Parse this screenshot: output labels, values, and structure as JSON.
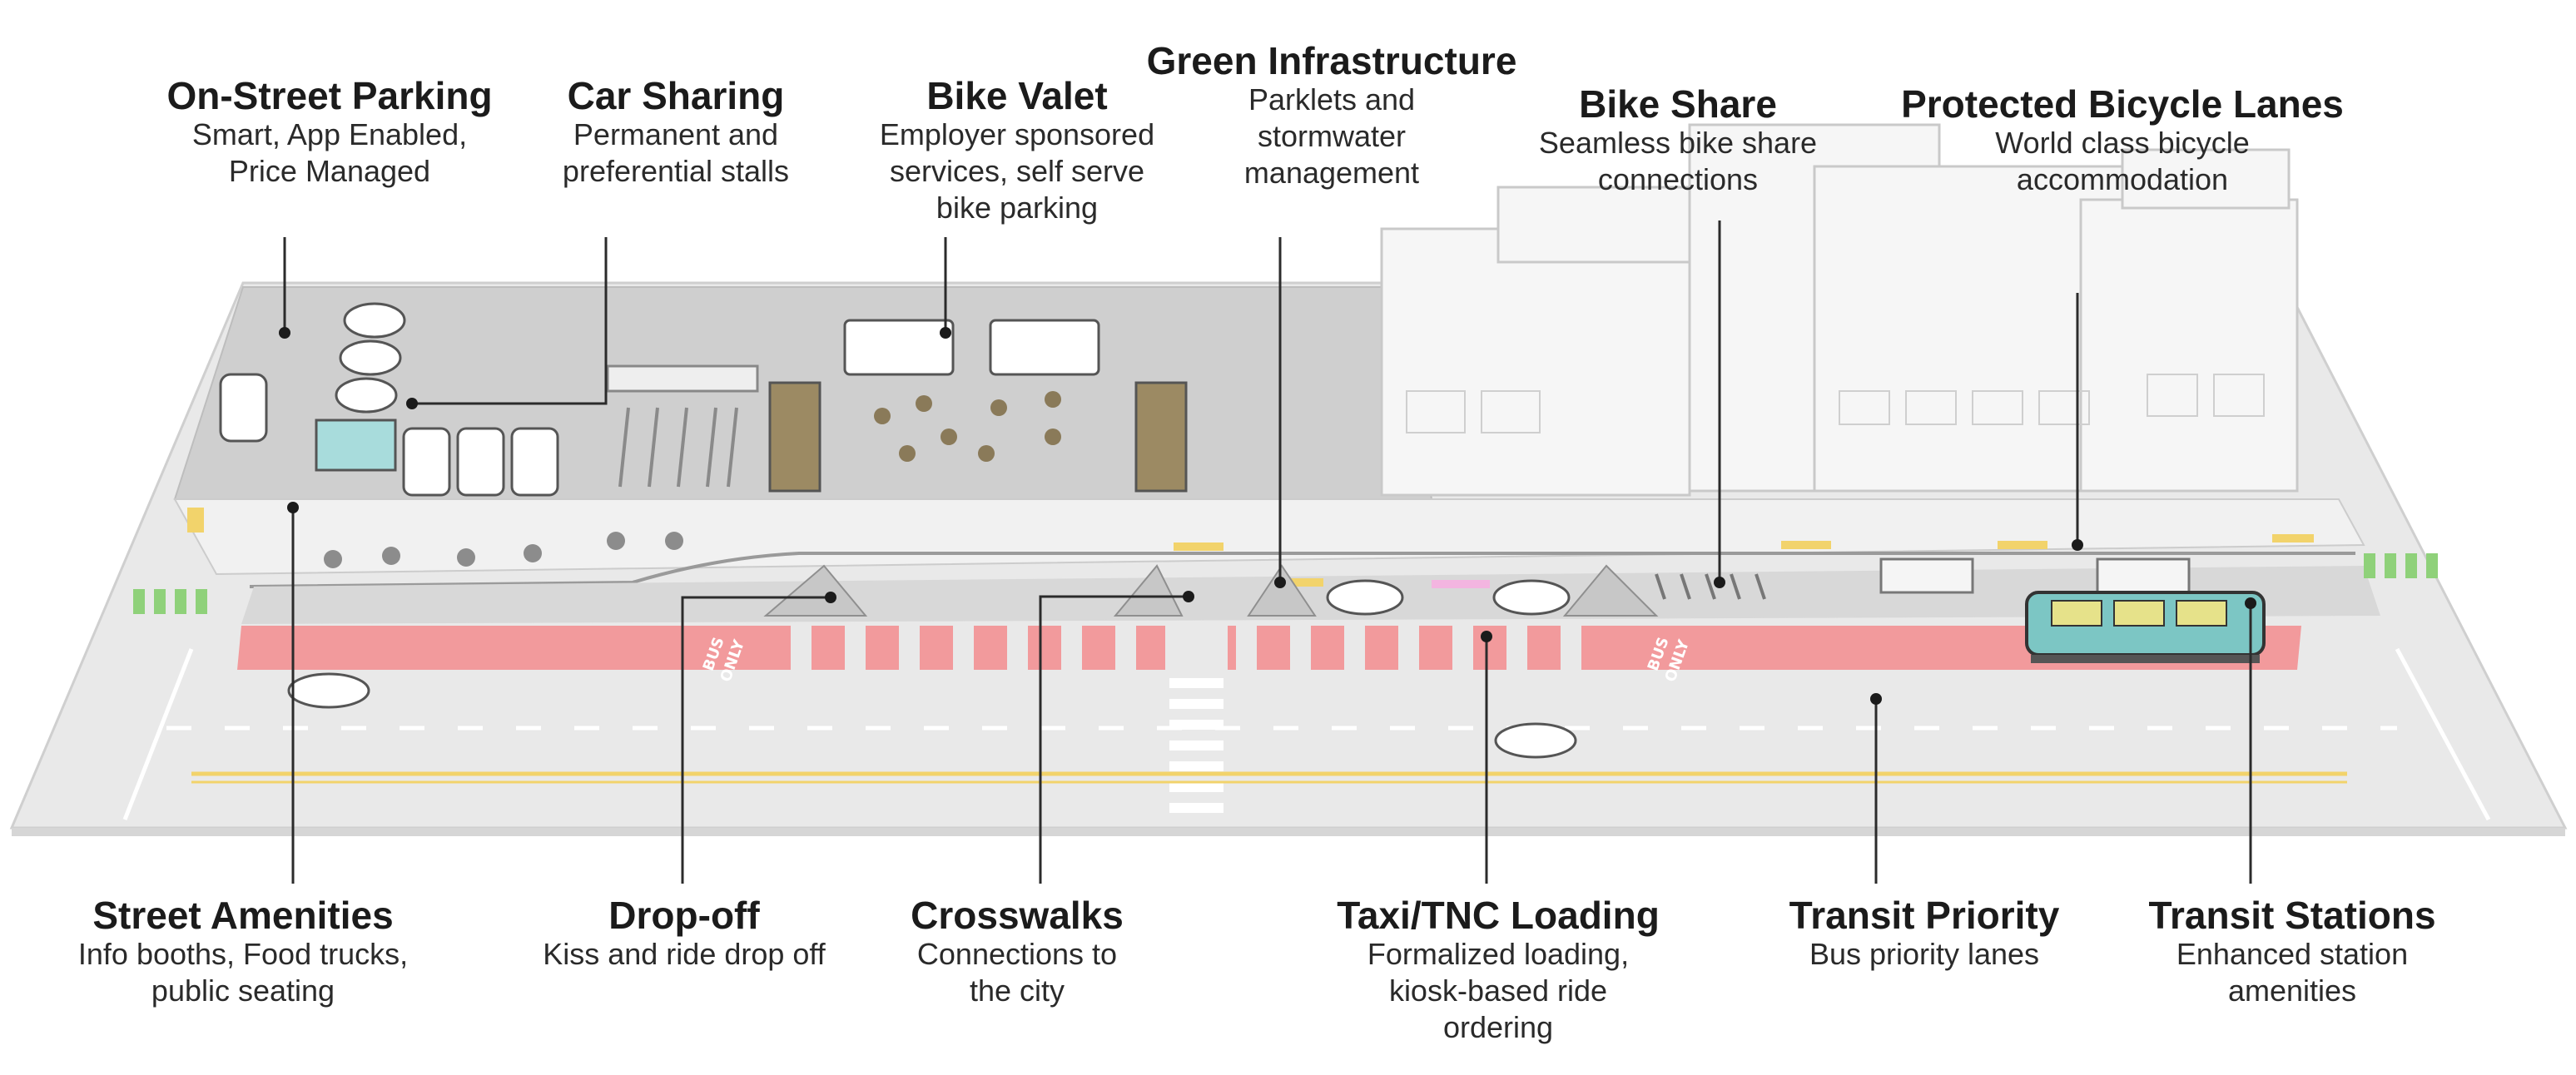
{
  "labels_top": [
    {
      "id": "on-street-parking",
      "title": "On-Street Parking",
      "desc": "Smart, App Enabled,\nPrice Managed"
    },
    {
      "id": "car-sharing",
      "title": "Car Sharing",
      "desc": "Permanent and\npreferential stalls"
    },
    {
      "id": "bike-valet",
      "title": "Bike Valet",
      "desc": "Employer sponsored\nservices, self serve\nbike parking"
    },
    {
      "id": "green-infrastructure",
      "title": "Green Infrastructure",
      "desc": "Parklets and\nstormwater\nmanagement"
    },
    {
      "id": "bike-share",
      "title": "Bike Share",
      "desc": "Seamless bike share\nconnections"
    },
    {
      "id": "protected-bicycle-lanes",
      "title": "Protected Bicycle Lanes",
      "desc": "World class bicycle\naccommodation"
    }
  ],
  "labels_bottom": [
    {
      "id": "street-amenities",
      "title": "Street Amenities",
      "desc": "Info booths, Food trucks,\npublic seating"
    },
    {
      "id": "drop-off",
      "title": "Drop-off",
      "desc": "Kiss and ride drop off"
    },
    {
      "id": "crosswalks",
      "title": "Crosswalks",
      "desc": "Connections to\nthe city"
    },
    {
      "id": "taxi-tnc-loading",
      "title": "Taxi/TNC Loading",
      "desc": "Formalized loading,\nkiosk-based ride\nordering"
    },
    {
      "id": "transit-priority",
      "title": "Transit Priority",
      "desc": "Bus priority lanes"
    },
    {
      "id": "transit-stations",
      "title": "Transit Stations",
      "desc": "Enhanced station\namenities"
    }
  ],
  "road_markings": {
    "bus_lane_text": [
      "BUS",
      "ONLY"
    ]
  },
  "colors": {
    "bus_lane": "#f29a9c",
    "plaza": "#cfcfcf",
    "road": "#e4e4e4",
    "sidewalk": "#f1f1f1",
    "yellow_marking": "#f2d36b",
    "green_marking": "#8fd17a",
    "bus_body": "#7cc6c4",
    "leader_line": "#2b2b2b"
  }
}
